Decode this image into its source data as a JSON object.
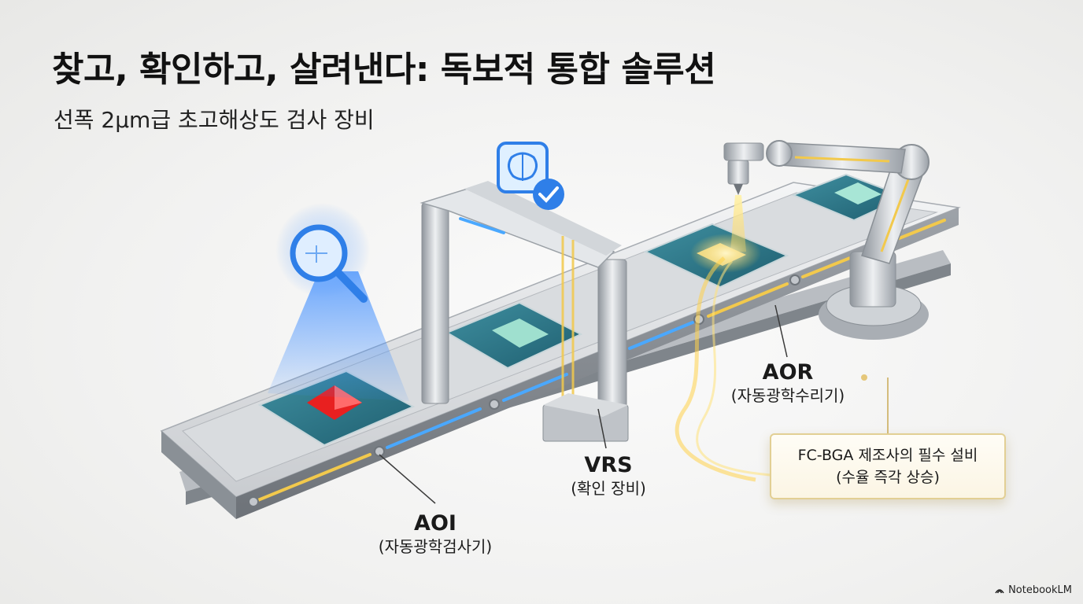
{
  "header": {
    "title": "찾고, 확인하고, 살려낸다: 독보적 통합 솔루션",
    "subtitle": "선폭 2μm급 초고해상도 검사 장비"
  },
  "stations": [
    {
      "id": "aoi",
      "name": "AOI",
      "desc": "(자동광학검사기)",
      "icon": "magnifier-icon"
    },
    {
      "id": "vrs",
      "name": "VRS",
      "desc": "(확인 장비)",
      "icon": "brain-chip-check-icon"
    },
    {
      "id": "aor",
      "name": "AOR",
      "desc": "(자동광학수리기)",
      "icon": "robot-arm-icon"
    }
  ],
  "callout": {
    "line1": "FC-BGA 제조사의 필수 설비",
    "line2": "(수율 즉각 상승)"
  },
  "brand": {
    "label": "NotebookLM"
  },
  "colors": {
    "defect": "#e82020",
    "scan_beam": "#3c8cff",
    "laser": "#ffd24a",
    "rail_light_blue": "#4aa8ff",
    "rail_light_gold": "#f2c94c",
    "callout_border": "#e2cf94"
  }
}
